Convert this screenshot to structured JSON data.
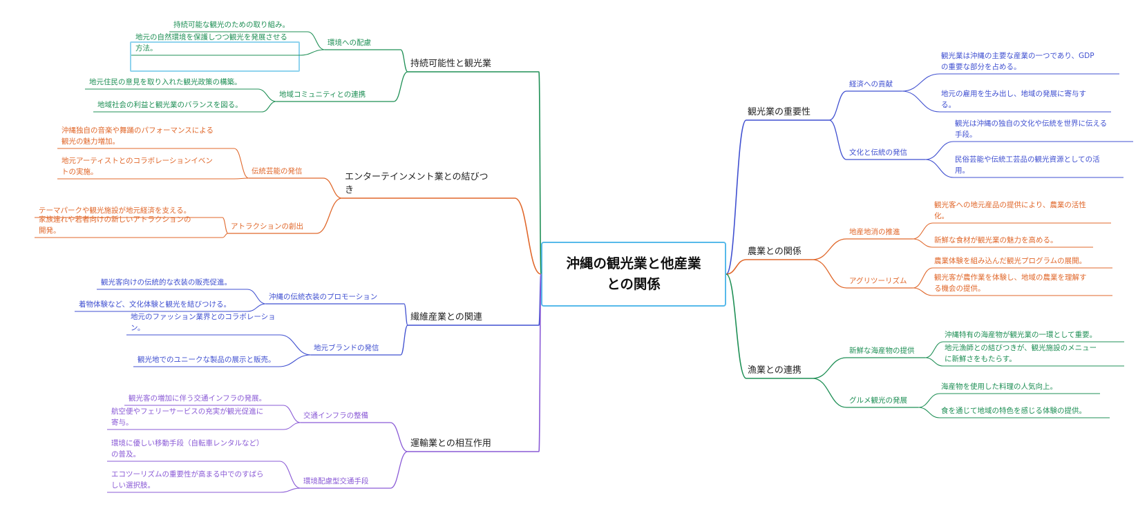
{
  "colors": {
    "green": "#1e8f55",
    "orange": "#e0672a",
    "blue": "#3f4fd0",
    "violet": "#8a5ad6",
    "root_border": "#56b9ea"
  },
  "root": {
    "label": "沖縄の観光業と他産業\nとの関係"
  },
  "branches": [
    {
      "id": "b1",
      "side": "right",
      "color": "#3f4fd0",
      "label": "観光業の重要性",
      "children": [
        {
          "label": "経済への貢献",
          "children": [
            "観光業は沖縄の主要な産業の一つであり、GDP\nの重要な部分を占める。",
            "地元の雇用を生み出し、地域の発展に寄与す\nる。"
          ]
        },
        {
          "label": "文化と伝統の発信",
          "children": [
            "観光は沖縄の独自の文化や伝統を世界に伝える\n手段。",
            "民俗芸能や伝統工芸品の観光資源としての活\n用。"
          ]
        }
      ]
    },
    {
      "id": "b2",
      "side": "right",
      "color": "#e0672a",
      "label": "農業との関係",
      "children": [
        {
          "label": "地産地消の推進",
          "children": [
            "観光客への地元産品の提供により、農業の活性\n化。",
            "新鮮な食材が観光業の魅力を高める。"
          ]
        },
        {
          "label": "アグリツーリズム",
          "children": [
            "農業体験を組み込んだ観光プログラムの展開。",
            "観光客が農作業を体験し、地域の農業を理解す\nる機会の提供。"
          ]
        }
      ]
    },
    {
      "id": "b3",
      "side": "right",
      "color": "#1e8f55",
      "label": "漁業との連携",
      "children": [
        {
          "label": "新鮮な海産物の提供",
          "children": [
            "沖縄特有の海産物が観光業の一環として重要。",
            "地元漁師との結びつきが、観光施設のメニュー\nに新鮮さをもたらす。"
          ]
        },
        {
          "label": "グルメ観光の発展",
          "children": [
            "海産物を使用した料理の人気向上。",
            "食を通じて地域の特色を感じる体験の提供。"
          ]
        }
      ]
    },
    {
      "id": "b4",
      "side": "left",
      "color": "#1e8f55",
      "label": "持続可能性と観光業",
      "children": [
        {
          "label": "環境への配慮",
          "children": [
            "持続可能な観光のための取り組み。",
            "地元の自然環境を保護しつつ観光を発展させる\n方法。"
          ]
        },
        {
          "label": "地域コミュニティとの連携",
          "children": [
            "地元住民の意見を取り入れた観光政策の構築。",
            "地域社会の利益と観光業のバランスを図る。"
          ]
        }
      ]
    },
    {
      "id": "b5",
      "side": "left",
      "color": "#e0672a",
      "label": "エンターテインメント業との結びつ\nき",
      "children": [
        {
          "label": "伝統芸能の発信",
          "children": [
            "沖縄独自の音楽や舞踊のパフォーマンスによる\n観光の魅力増加。",
            "地元アーティストとのコラボレーションイベン\nトの実施。"
          ]
        },
        {
          "label": "アトラクションの創出",
          "children": [
            "テーマパークや観光施設が地元経済を支える。",
            "家族連れや若者向けの新しいアトラクションの\n開発。"
          ]
        }
      ]
    },
    {
      "id": "b6",
      "side": "left",
      "color": "#3f4fd0",
      "label": "繊維産業との関連",
      "children": [
        {
          "label": "沖縄の伝統衣装のプロモーション",
          "children": [
            "観光客向けの伝統的な衣装の販売促進。",
            "着物体験など、文化体験と観光を結びつける。"
          ]
        },
        {
          "label": "地元ブランドの発信",
          "children": [
            "地元のファッション業界とのコラボレーショ\nン。",
            "観光地でのユニークな製品の展示と販売。"
          ]
        }
      ]
    },
    {
      "id": "b7",
      "side": "left",
      "color": "#8a5ad6",
      "label": "運輸業との相互作用",
      "children": [
        {
          "label": "交通インフラの整備",
          "children": [
            "観光客の増加に伴う交通インフラの発展。",
            "航空便やフェリーサービスの充実が観光促進に\n寄与。"
          ]
        },
        {
          "label": "環境配慮型交通手段",
          "children": [
            "環境に優しい移動手段（自転車レンタルなど）\nの普及。",
            "エコツーリズムの重要性が高まる中でのすばら\nしい選択肢。"
          ]
        }
      ]
    }
  ]
}
